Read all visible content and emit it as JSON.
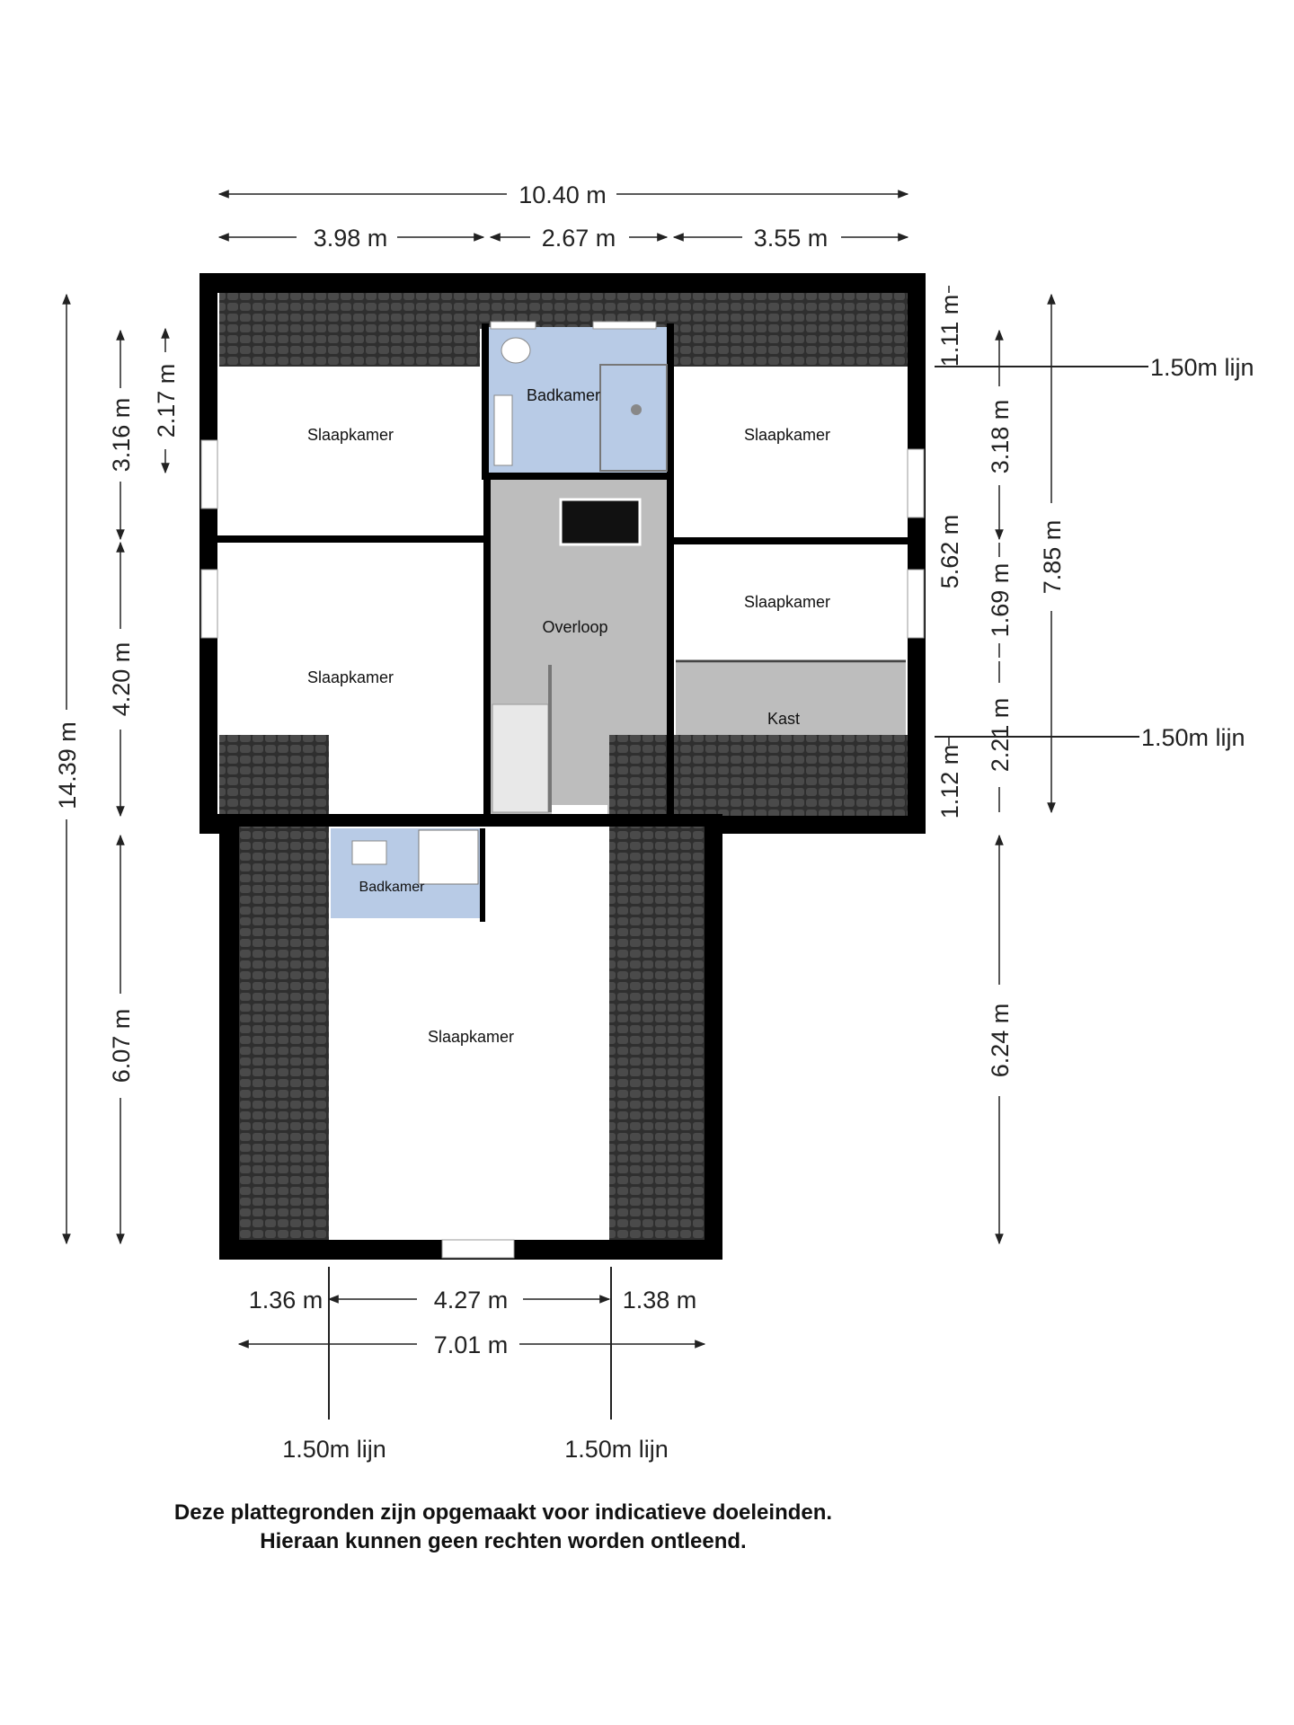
{
  "rooms": {
    "slaapkamer_top_left": "Slaapkamer",
    "badkamer_top": "Badkamer",
    "slaapkamer_top_right": "Slaapkamer",
    "slaapkamer_mid_left": "Slaapkamer",
    "overloop": "Overloop",
    "slaapkamer_mid_right": "Slaapkamer",
    "kast": "Kast",
    "badkamer_bottom": "Badkamer",
    "slaapkamer_bottom": "Slaapkamer"
  },
  "dimensions": {
    "top_total": "10.40 m",
    "top_left": "3.98 m",
    "top_mid": "2.67 m",
    "top_right": "3.55 m",
    "left_total": "14.39 m",
    "left_a": "3.16 m",
    "left_b": "4.20 m",
    "left_c": "6.07 m",
    "left_inner": "2.17 m",
    "right_a": "1.11 m",
    "right_b": "3.18 m",
    "right_c": "5.62 m",
    "right_d": "1.69 m",
    "right_e": "1.12 m",
    "right_f": "2.21 m",
    "right_total": "7.85 m",
    "right_g": "6.24 m",
    "bottom_a": "1.36 m",
    "bottom_b": "4.27 m",
    "bottom_c": "1.38 m",
    "bottom_total": "7.01 m"
  },
  "lines": {
    "right_top": "1.50m lijn",
    "right_mid": "1.50m lijn",
    "bottom_left": "1.50m lijn",
    "bottom_right": "1.50m lijn"
  },
  "disclaimer": {
    "line1": "Deze plattegronden zijn opgemaakt voor indicatieve doeleinden.",
    "line2": "Hieraan kunnen geen rechten worden ontleend."
  },
  "colors": {
    "wall": "#000000",
    "roof": "#3a3a3a",
    "bathroom": "#b8cbe6",
    "landing": "#bdbdbd",
    "floor": "#ffffff"
  }
}
